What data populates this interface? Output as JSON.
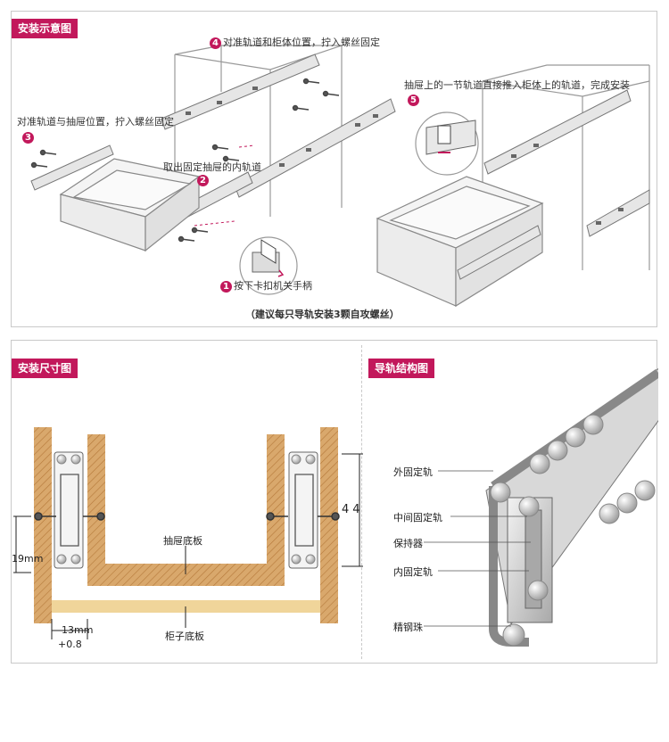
{
  "install": {
    "title": "安装示意图",
    "step4": "对准轨道和柜体位置，拧入螺丝固定",
    "step5": "抽屉上的一节轨道直接推入柜体上的轨道，完成安装",
    "step3": "对准轨道与抽屉位置，拧入螺丝固定",
    "step2": "取出固定抽屉的内轨道",
    "step1": "按下卡扣机关手柄",
    "num1": "1",
    "num2": "2",
    "num3": "3",
    "num4": "4",
    "num5": "5",
    "note": "（建议每只导轨安装3颗自攻螺丝）"
  },
  "size": {
    "title": "安装尺寸图",
    "drawer_bottom": "抽屉底板",
    "cabinet_bottom": "柜子底板",
    "dim_19": "19mm",
    "dim_13": "13mm",
    "dim_tol": "+0.8",
    "dim_44": "44"
  },
  "structure": {
    "title": "导轨结构图",
    "outer_rail": "外固定轨",
    "middle_rail": "中间固定轨",
    "retainer": "保持器",
    "inner_rail": "内固定轨",
    "steel_ball": "精钢珠"
  },
  "colors": {
    "accent": "#c2185b",
    "wood": "#d9a86c",
    "cabinet_board": "#f0d59a"
  }
}
